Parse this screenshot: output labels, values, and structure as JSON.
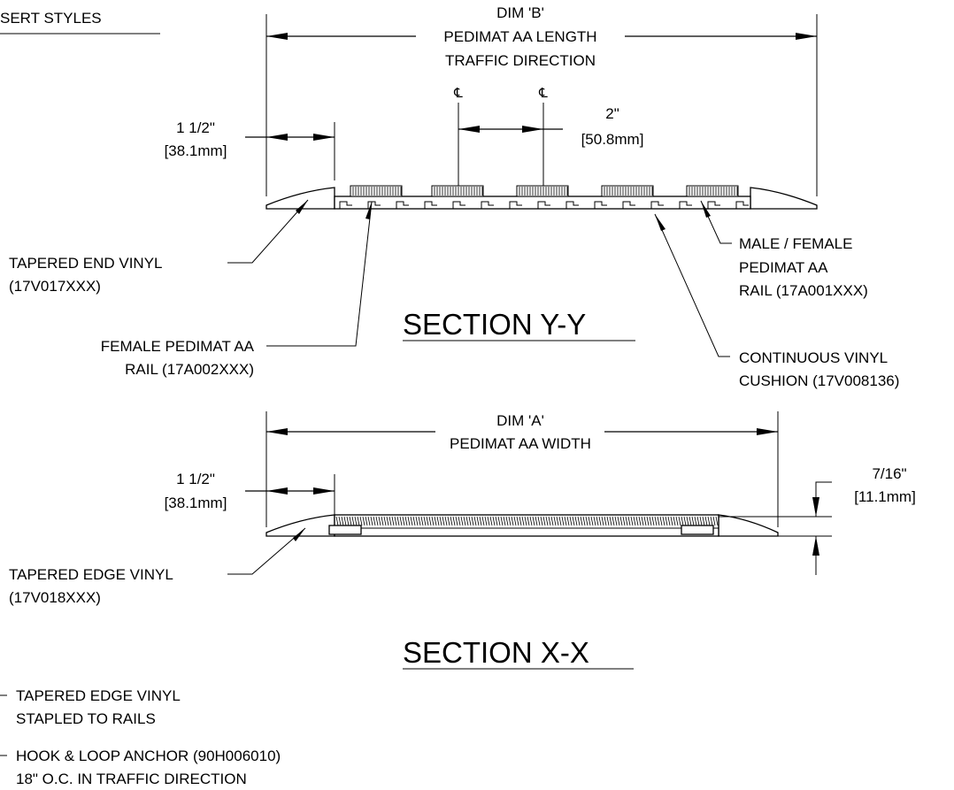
{
  "header_fragment": "SERT STYLES",
  "section_yy": {
    "title": "SECTION Y-Y",
    "dim_b": [
      "DIM 'B'",
      "PEDIMAT AA LENGTH",
      "TRAFFIC DIRECTION"
    ],
    "left_dim": [
      "1 1/2\"",
      "[38.1mm]"
    ],
    "center_dim": [
      "2\"",
      "[50.8mm]"
    ],
    "centerline_symbol": "℄",
    "callout_tapered_end": [
      "TAPERED END VINYL",
      "(17V017XXX)"
    ],
    "callout_male_female": [
      "MALE / FEMALE",
      "PEDIMAT AA",
      "RAIL (17A001XXX)"
    ],
    "callout_female": [
      "FEMALE PEDIMAT AA",
      "RAIL (17A002XXX)"
    ],
    "callout_cushion": [
      "CONTINUOUS VINYL",
      "CUSHION (17V008136)"
    ]
  },
  "section_xx": {
    "title": "SECTION X-X",
    "dim_a": [
      "DIM 'A'",
      "PEDIMAT AA WIDTH"
    ],
    "left_dim": [
      "1 1/2\"",
      "[38.1mm]"
    ],
    "height_dim": [
      "7/16\"",
      "[11.1mm]"
    ],
    "callout_tapered_edge": [
      "TAPERED EDGE VINYL",
      "(17V018XXX)"
    ]
  },
  "notes": [
    [
      "TAPERED EDGE VINYL",
      "STAPLED TO RAILS"
    ],
    [
      "HOOK & LOOP ANCHOR (90H006010)",
      "18\" O.C. IN TRAFFIC DIRECTION"
    ]
  ]
}
